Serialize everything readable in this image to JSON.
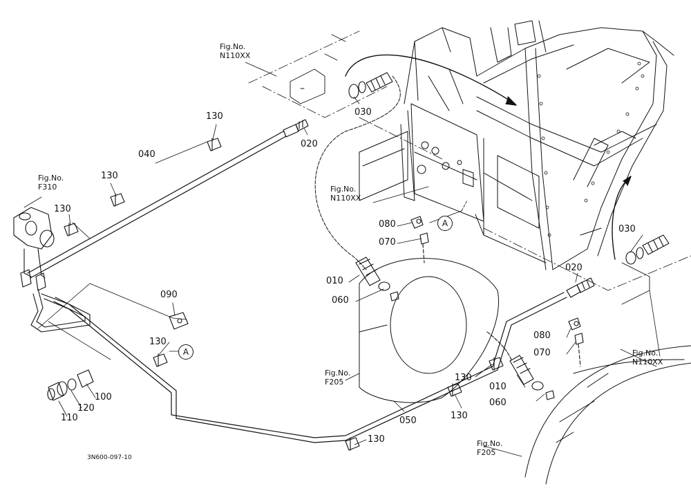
{
  "drawing_id": "3N600-097-10",
  "fig_refs": [
    {
      "id": "fig_n110xx_top",
      "line1": "Fig.No.",
      "line2": "N110XX"
    },
    {
      "id": "fig_f310",
      "line1": "Fig.No.",
      "line2": "F310"
    },
    {
      "id": "fig_n110xx_mid",
      "line1": "Fig.No.",
      "line2": "N110XX"
    },
    {
      "id": "fig_n110xx_right",
      "line1": "Fig.No.",
      "line2": "N110XX"
    },
    {
      "id": "fig_f205_mid",
      "line1": "Fig.No.",
      "line2": "F205"
    },
    {
      "id": "fig_f205_bottom",
      "line1": "Fig.No.",
      "line2": "F205"
    }
  ],
  "parts": [
    {
      "id": "p030_top",
      "label": "030"
    },
    {
      "id": "p020_top",
      "label": "020"
    },
    {
      "id": "p130_a",
      "label": "130"
    },
    {
      "id": "p040",
      "label": "040"
    },
    {
      "id": "p130_b",
      "label": "130"
    },
    {
      "id": "p130_c",
      "label": "130"
    },
    {
      "id": "p080_mid",
      "label": "080"
    },
    {
      "id": "p070_mid",
      "label": "070"
    },
    {
      "id": "p010_mid",
      "label": "010"
    },
    {
      "id": "p060_mid",
      "label": "060"
    },
    {
      "id": "p090",
      "label": "090"
    },
    {
      "id": "p030_right",
      "label": "030"
    },
    {
      "id": "p020_right",
      "label": "020"
    },
    {
      "id": "p080_right",
      "label": "080"
    },
    {
      "id": "p070_right",
      "label": "070"
    },
    {
      "id": "p130_d",
      "label": "130"
    },
    {
      "id": "p130_e",
      "label": "130"
    },
    {
      "id": "p010_right",
      "label": "010"
    },
    {
      "id": "p060_right",
      "label": "060"
    },
    {
      "id": "p130_f",
      "label": "130"
    },
    {
      "id": "p050",
      "label": "050"
    },
    {
      "id": "p130_g",
      "label": "130"
    },
    {
      "id": "p100",
      "label": "100"
    },
    {
      "id": "p120",
      "label": "120"
    },
    {
      "id": "p110",
      "label": "110"
    }
  ],
  "view_markers": [
    {
      "id": "a_mid",
      "letter": "A"
    },
    {
      "id": "a_left",
      "letter": "A"
    }
  ]
}
